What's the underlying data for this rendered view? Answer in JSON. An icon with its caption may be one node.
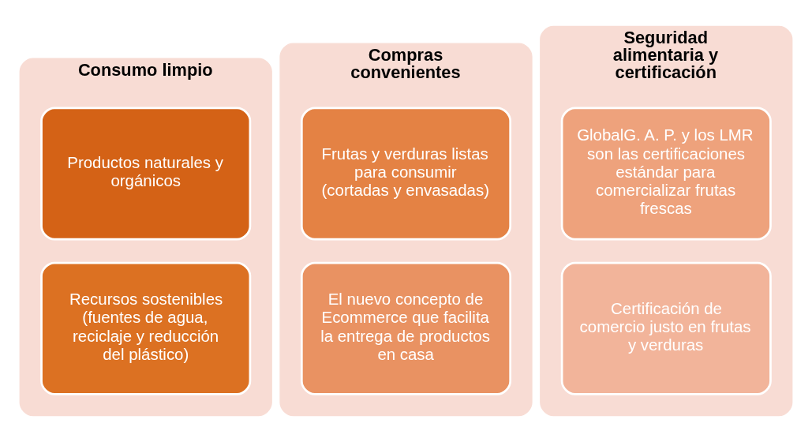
{
  "diagram": {
    "nodes": [
      {
        "text": [
          "Consumo limpio"
        ]
      },
      {
        "text": [
          "Productos naturales y orgánicos"
        ],
        "in": 0
      },
      {
        "text": [
          "Recursos sostenibles (fuentes de agua, reciclaje y reducción del plástico)"
        ],
        "in": 0
      },
      {
        "text": [
          "Compras convenientes"
        ]
      },
      {
        "text": [
          "Frutas y verduras listas para consumir",
          "(cortadas y envasadas)"
        ],
        "in": 3
      },
      {
        "text": [
          "El nuevo concepto de Ecommerce que facilita la entrega de productos en casa"
        ],
        "in": 3
      },
      {
        "text": [
          "Seguridad alimentaria y certificación"
        ]
      },
      {
        "text": [
          "GlobalG. A. P. y los LMR son las certificaciones estándar para comercializar frutas frescas"
        ],
        "in": 6
      },
      {
        "text": [
          "Certificación de comercio justo en frutas y verduras"
        ],
        "in": 6
      }
    ],
    "edges": []
  }
}
